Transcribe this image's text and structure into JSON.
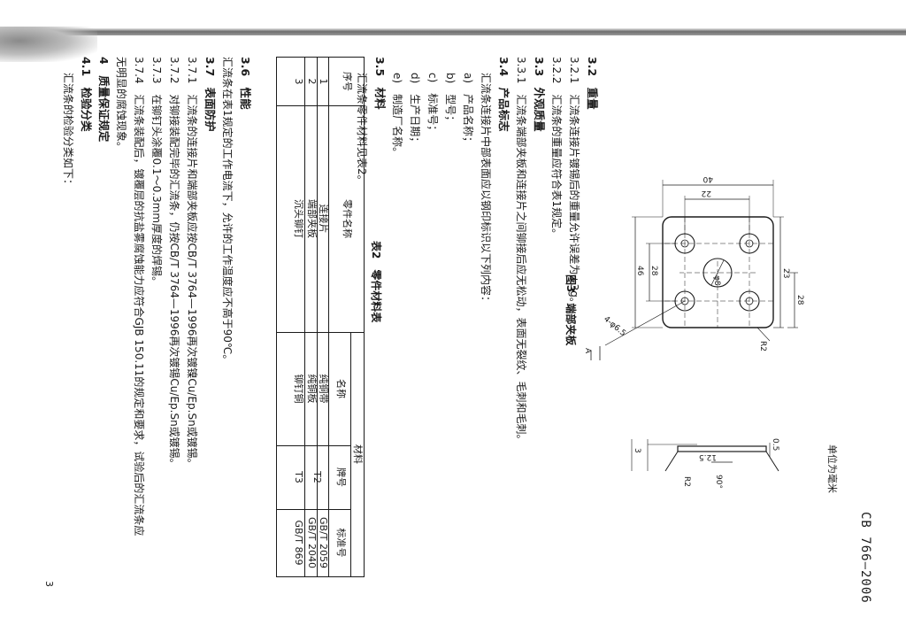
{
  "header": {
    "doc_code": "CB 766—2006",
    "unit": "单位为毫米"
  },
  "figure3": {
    "caption": "图3　端部夹板",
    "dims": {
      "top_width": "23",
      "corner_radius": "R2",
      "hole_spec": "4-φ6.5",
      "hole_spacing": "28",
      "half_height": "22",
      "overall_height": "40",
      "center_hole": "φ8",
      "bottom_spacing": "28",
      "overall_width": "46",
      "view_label": "A",
      "side_thickness": "0.5",
      "side_width": "12.5",
      "side_angle": "90°",
      "side_radius": "R2",
      "side_height": "3"
    }
  },
  "body": {
    "lines": [
      "3.2　重量",
      "3.2.1　汇流条连接片镀锡后的重量允许误差为±3g。",
      "3.2.2　汇流条的重量应符合表1规定。",
      "3.3　外观质量",
      "3.3.1　汇流条端部夹板和连接片之间铆接后应无松动，表面无裂纹、毛刺和毛刺。",
      "3.4　产品标志",
      "汇流条连接片中部表面应以钢印标识以下列内容：",
      "a)　产品名称；",
      "b)　型号；",
      "c)　标准号；",
      "d)　生产日期；",
      "e)　制造厂名称。",
      "3.5　材料",
      "汇流条零件材料见表2。"
    ]
  },
  "table2": {
    "title": "表2　零件材料表",
    "headers": {
      "no": "序号",
      "part": "零件名称",
      "material": "材料",
      "name": "名称",
      "grade": "牌号",
      "standard": "标准号"
    },
    "rows": [
      {
        "no": "1",
        "part": "连接片",
        "name": "纯铜带",
        "grade": "T2",
        "standard": "GB/T 2059"
      },
      {
        "no": "2",
        "part": "端部夹板",
        "name": "纯铜板",
        "grade": "",
        "standard": "GB/T 2040"
      },
      {
        "no": "3",
        "part": "沉头铆钉",
        "name": "铆钉铜",
        "grade": "T3",
        "standard": "GB/T 869"
      }
    ]
  },
  "lower": {
    "lines": [
      "3.6　性能",
      "汇流条在表1规定的工作电流下，允许的工作温度应不高于90℃。",
      "3.7　表面防护",
      "3.7.1　汇流条的连接片和端部夹板应按CB/T 3764—1996再次镀镍Cu/Ep.Sn或镀锡。",
      "3.7.2　对铆接装配完毕的汇流条，仍按CB/T 3764—1996再次镀锡Cu/Ep.Sn或镀锡。",
      "3.7.3　在铆钉头涂覆0.1～0.3mm厚度的焊锡。",
      "3.7.4　汇流条装配后，镀覆层的抗盐雾腐蚀能力应符合GJB 150.11的规定和要求，试验后的汇流条应",
      "无明显的腐蚀现象。",
      "4　质量保证规定",
      "4.1　检验分类",
      "汇流条的检验分类如下："
    ]
  },
  "footer": {
    "page_number": "3"
  }
}
